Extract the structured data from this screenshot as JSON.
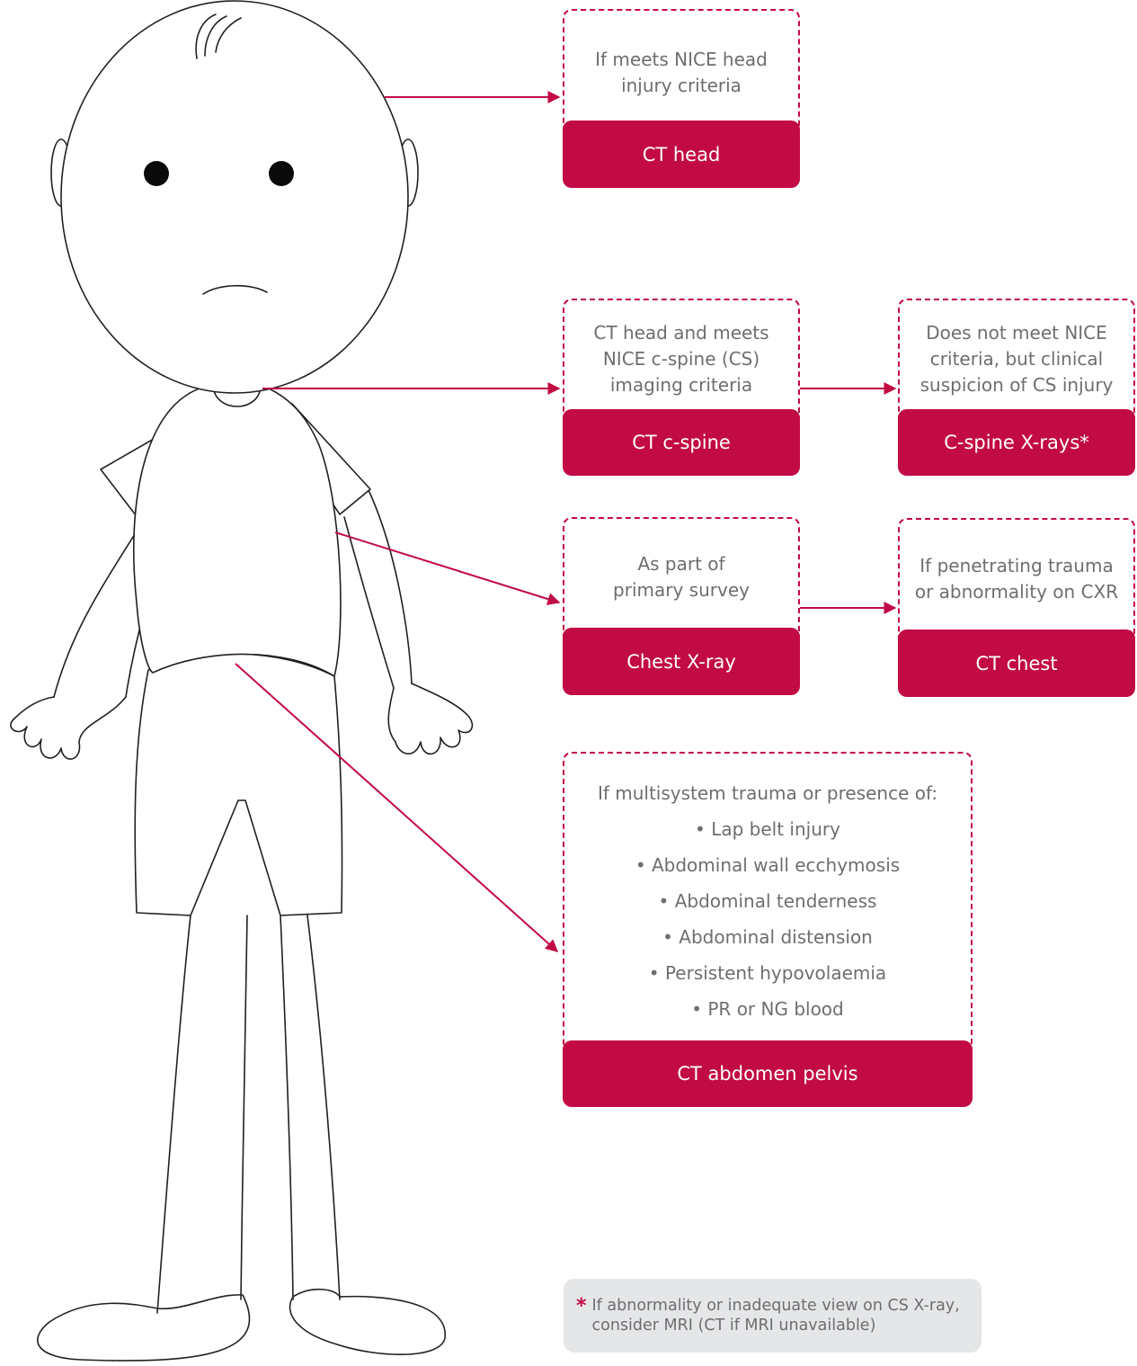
{
  "colors": {
    "accent": "#c20a44",
    "text": "#6d6e70",
    "outline": "#231f20",
    "footnote_bg": "#e5e6e7"
  },
  "boxes": {
    "head": {
      "condition": [
        "If meets NICE head",
        "injury criteria"
      ],
      "action": "CT head"
    },
    "cspine": {
      "condition": [
        "CT head and meets",
        "NICE c-spine (CS)",
        "imaging criteria"
      ],
      "action": "CT c-spine"
    },
    "cspine_xray": {
      "condition": [
        "Does not meet NICE",
        "criteria, but clinical",
        "suspicion of CS injury"
      ],
      "action": "C-spine X-rays*"
    },
    "chest_xray": {
      "condition": [
        "As part of",
        "primary survey"
      ],
      "action": "Chest X-ray"
    },
    "ct_chest": {
      "condition": [
        "If penetrating trauma",
        "or abnormality on CXR"
      ],
      "action": "CT chest"
    },
    "abdomen": {
      "lead": "If multisystem trauma or presence of:",
      "criteria": [
        "Lap belt injury",
        "Abdominal wall ecchymosis",
        "Abdominal tenderness",
        "Abdominal distension",
        "Persistent hypovolaemia",
        "PR or NG blood"
      ],
      "action": "CT abdomen pelvis"
    }
  },
  "footnote": {
    "marker": "*",
    "text": "If abnormality or inadequate view on CS X-ray, consider MRI (CT if MRI unavailable)"
  }
}
